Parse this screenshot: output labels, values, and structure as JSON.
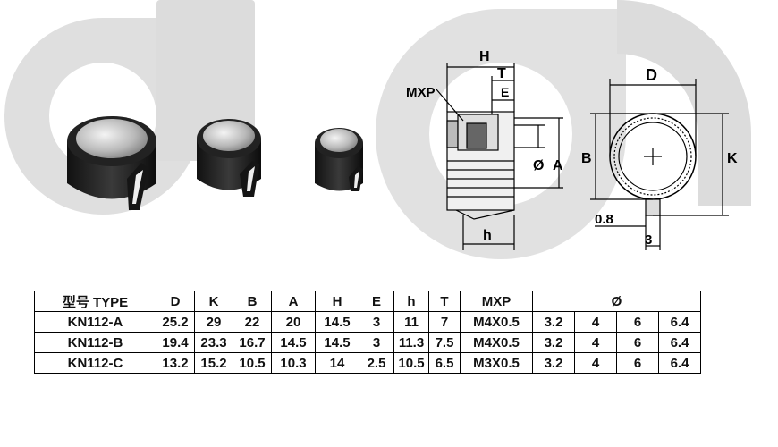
{
  "watermark": {
    "color": "#dcdcdc"
  },
  "products": [
    {
      "name": "knob-large"
    },
    {
      "name": "knob-medium"
    },
    {
      "name": "knob-small"
    }
  ],
  "drawing": {
    "labels": {
      "H": "H",
      "T": "T",
      "E": "E",
      "MXP": "MXP",
      "phi": "Ø",
      "A": "A",
      "h": "h",
      "D": "D",
      "B": "B",
      "K": "K",
      "dim_08": "0.8",
      "dim_3": "3"
    }
  },
  "table": {
    "headers": [
      "型号 TYPE",
      "D",
      "K",
      "B",
      "A",
      "H",
      "E",
      "h",
      "T",
      "MXP",
      "Ø"
    ],
    "rows": [
      {
        "type": "KN112-A",
        "D": "25.2",
        "K": "29",
        "B": "22",
        "A": "20",
        "H": "14.5",
        "E": "3",
        "h": "11",
        "T": "7",
        "MXP": "M4X0.5",
        "phi": [
          "3.2",
          "4",
          "6",
          "6.4"
        ]
      },
      {
        "type": "KN112-B",
        "D": "19.4",
        "K": "23.3",
        "B": "16.7",
        "A": "14.5",
        "H": "14.5",
        "E": "3",
        "h": "11.3",
        "T": "7.5",
        "MXP": "M4X0.5",
        "phi": [
          "3.2",
          "4",
          "6",
          "6.4"
        ]
      },
      {
        "type": "KN112-C",
        "D": "13.2",
        "K": "15.2",
        "B": "10.5",
        "A": "10.3",
        "H": "14",
        "E": "2.5",
        "h": "10.5",
        "T": "6.5",
        "MXP": "M3X0.5",
        "phi": [
          "3.2",
          "4",
          "6",
          "6.4"
        ]
      }
    ]
  }
}
